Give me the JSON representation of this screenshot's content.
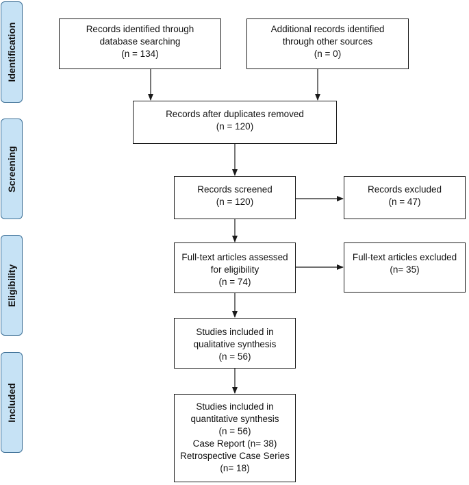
{
  "phases": {
    "identification": "Identification",
    "screening": "Screening",
    "eligibility": "Eligibility",
    "included": "Included"
  },
  "boxes": {
    "database": {
      "line1": "Records identified through",
      "line2": "database searching",
      "line3": "(n = 134)"
    },
    "other": {
      "line1": "Additional records identified",
      "line2": "through other sources",
      "line3": "(n = 0)"
    },
    "duplicates": {
      "line1": "Records after duplicates removed",
      "line2": "(n = 120)"
    },
    "screened": {
      "line1": "Records screened",
      "line2": "(n = 120)"
    },
    "excluded": {
      "line1": "Records excluded",
      "line2": "(n = 47)"
    },
    "fulltext": {
      "line1": "Full-text articles assessed",
      "line2": "for eligibility",
      "line3": "(n = 74)"
    },
    "fulltext_excluded": {
      "line1": "Full-text articles excluded",
      "line2": "(n= 35)"
    },
    "qualitative": {
      "line1": "Studies included in",
      "line2": "qualitative synthesis",
      "line3": "(n = 56)"
    },
    "quantitative": {
      "line1": "Studies included in",
      "line2": "quantitative synthesis",
      "line3": "(n = 56)",
      "line4": "Case Report (n= 38)",
      "line5": "Retrospective Case Series",
      "line6": "(n= 18)"
    }
  },
  "colors": {
    "phase_fill": "#c6e2f5",
    "phase_border": "#3c6f96",
    "box_border": "#1a1a1a",
    "arrow": "#1a1a1a"
  }
}
